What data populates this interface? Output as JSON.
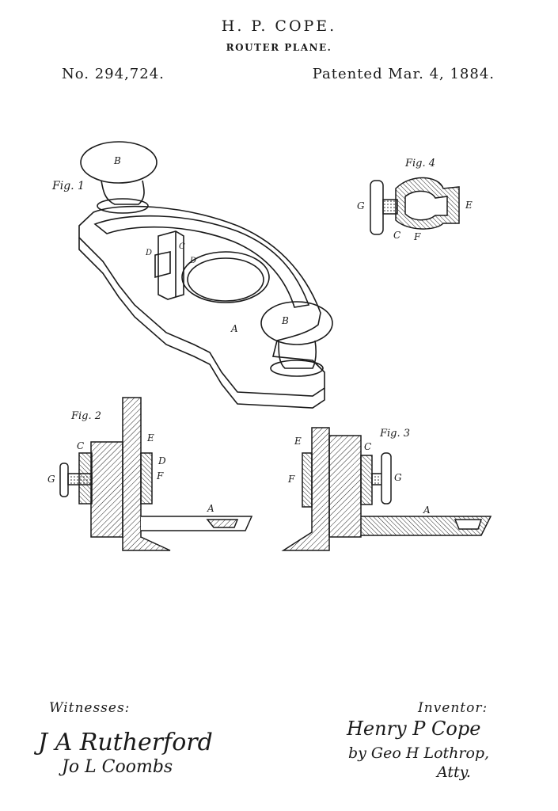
{
  "header": {
    "inventor_name": "H. P. COPE.",
    "title": "ROUTER PLANE.",
    "patent_number": "No. 294,724.",
    "patent_date": "Patented Mar. 4, 1884."
  },
  "figures": {
    "fig1": {
      "label": "Fig. 1",
      "parts": [
        "B",
        "B",
        "C",
        "D",
        "D",
        "A"
      ]
    },
    "fig2": {
      "label": "Fig. 2",
      "parts": [
        "C",
        "E",
        "D",
        "F",
        "G",
        "A"
      ]
    },
    "fig3": {
      "label": "Fig. 3",
      "parts": [
        "E",
        "C",
        "F",
        "G",
        "A"
      ]
    },
    "fig4": {
      "label": "Fig. 4",
      "parts": [
        "G",
        "E",
        "C",
        "F"
      ]
    }
  },
  "witnesses": {
    "heading": "Witnesses:",
    "names": [
      "J A Rutherford",
      "Jo L Coombs"
    ]
  },
  "inventor": {
    "heading": "Inventor:",
    "signature": "Henry P Cope",
    "attorney": "by Geo H Lothrop,",
    "attorney_suffix": "Atty."
  }
}
